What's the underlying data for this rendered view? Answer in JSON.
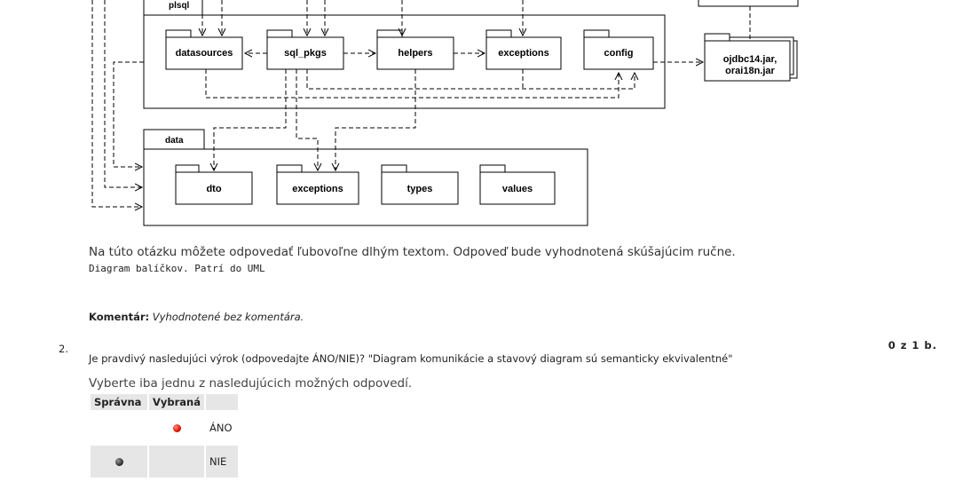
{
  "diagram": {
    "pkg_plsql": "plsql",
    "pkg_data": "data",
    "plsql_packages": [
      "datasources",
      "sql_pkgs",
      "helpers",
      "exceptions",
      "config"
    ],
    "data_packages": [
      "dto",
      "exceptions",
      "types",
      "values"
    ],
    "jar_line1": "ojdbc14.jar,",
    "jar_line2": "orai18n.jar"
  },
  "question1": {
    "note": "Na túto otázku môžete odpovedať ľubovoľne dlhým textom. Odpoveď bude vyhodnotená skúšajúcim ručne.",
    "answer": "Diagram balíčkov. Patrí do UML",
    "comment_label": "Komentár:",
    "comment_text": "Vyhodnotené bez komentára."
  },
  "question2": {
    "number": "2.",
    "score": "0 z 1 b.",
    "text": "Je pravdivý nasledujúci výrok (odpovedajte ÁNO/NIE)? \"Diagram komunikácie a stavový diagram sú semanticky ekvivalentné\"",
    "instruction": "Vyberte iba jednu z nasledujúcich možných odpovedí.",
    "headers": {
      "correct": "Správna",
      "selected": "Vybraná"
    },
    "options": [
      {
        "label": "ÁNO",
        "correct": false,
        "selected": true
      },
      {
        "label": "NIE",
        "correct": true,
        "selected": false
      }
    ]
  }
}
